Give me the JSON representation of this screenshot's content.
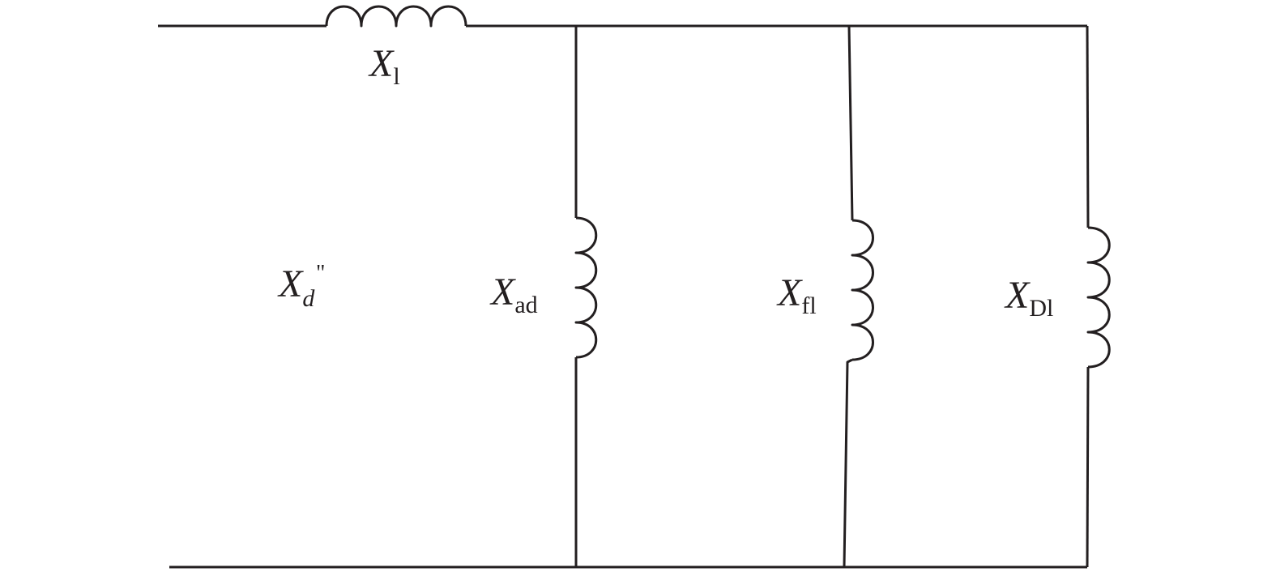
{
  "diagram": {
    "labels": {
      "x1": {
        "symbol": "X",
        "subscript": "l"
      },
      "xd": {
        "symbol": "X",
        "subscript": "d",
        "superscript": "\""
      },
      "xad": {
        "symbol": "X",
        "subscript": "ad"
      },
      "xfl": {
        "symbol": "X",
        "subscript": "fl"
      },
      "xdl": {
        "symbol": "X",
        "subscript": "Dl"
      }
    },
    "colors": {
      "line": "#231f20",
      "background": "#ffffff"
    }
  }
}
